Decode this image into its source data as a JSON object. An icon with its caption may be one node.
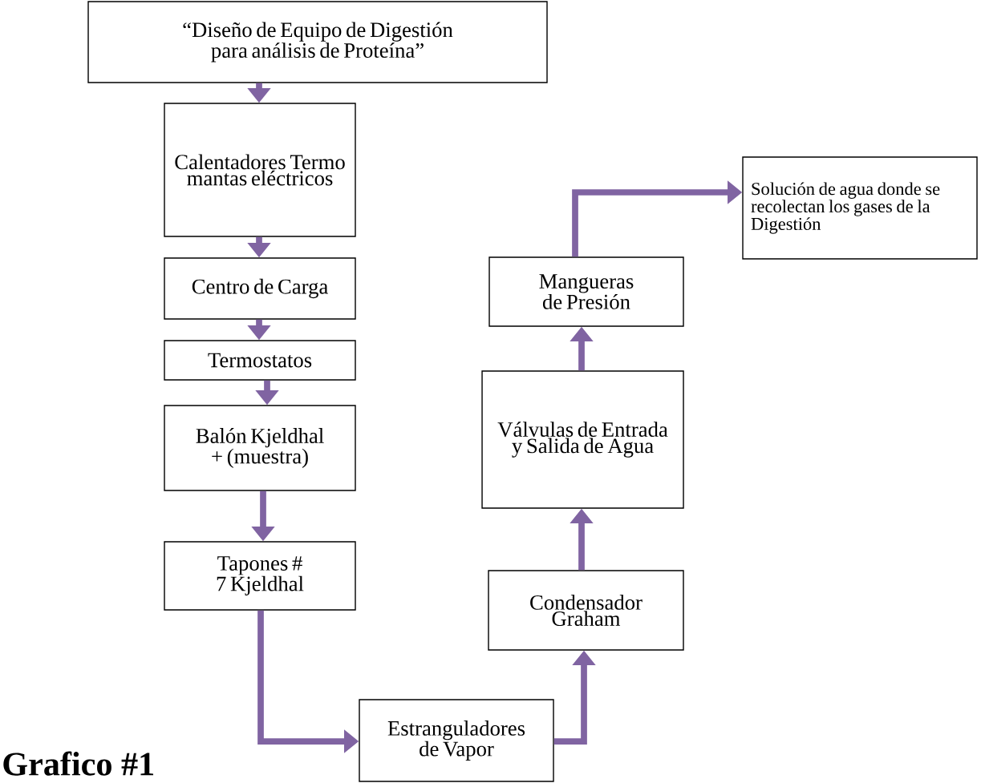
{
  "diagram": {
    "nodes": [
      {
        "text": [
          "“Diseño de Equipo de Digestión para análisis de Proteína”"
        ]
      },
      {
        "text": [
          "Calentadores Termo mantas eléctricos"
        ]
      },
      {
        "text": [
          "Centro de Carga"
        ]
      },
      {
        "text": [
          "Termostatos"
        ]
      },
      {
        "text": [
          "Balón Kjeldhal + (muestra)"
        ]
      },
      {
        "text": [
          "Tapones # 7 Kjeldhal"
        ]
      },
      {
        "text": [
          "Estranguladores de Vapor"
        ]
      },
      {
        "text": [
          "Condensador Graham"
        ]
      },
      {
        "text": [
          "Válvulas de Entrada y Salida de Agua"
        ]
      },
      {
        "text": [
          "Mangueras de Presión"
        ]
      },
      {
        "text": [
          "Solución de agua donde se recolectan los gases de la Digestión"
        ]
      }
    ],
    "edges": [
      {
        "from": 0,
        "to": 1,
        "arrow": "to"
      },
      {
        "from": 1,
        "to": 2,
        "arrow": "to"
      },
      {
        "from": 2,
        "to": 3,
        "arrow": "to"
      },
      {
        "from": 3,
        "to": 4,
        "arrow": "to"
      },
      {
        "from": 4,
        "to": 5,
        "arrow": "to"
      },
      {
        "from": 5,
        "to": 6,
        "arrow": "to"
      },
      {
        "from": 6,
        "to": 7,
        "arrow": "to"
      },
      {
        "from": 7,
        "to": 8,
        "arrow": "to"
      },
      {
        "from": 8,
        "to": 9,
        "arrow": "to"
      },
      {
        "from": 9,
        "to": 10,
        "arrow": "to"
      }
    ],
    "labels": [
      "Grafico #1"
    ]
  }
}
